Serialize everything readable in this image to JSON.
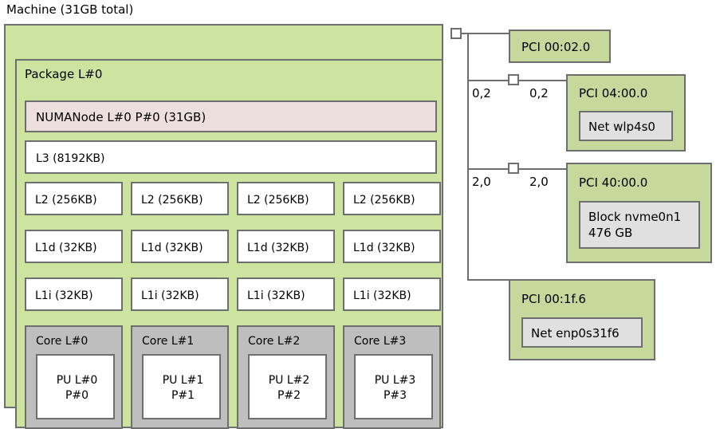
{
  "machine": {
    "title": "Machine (31GB total)",
    "package": {
      "title": "Package L#0",
      "numanode": "NUMANode L#0 P#0 (31GB)",
      "l3": "L3 (8192KB)",
      "l2": [
        "L2 (256KB)",
        "L2 (256KB)",
        "L2 (256KB)",
        "L2 (256KB)"
      ],
      "l1d": [
        "L1d (32KB)",
        "L1d (32KB)",
        "L1d (32KB)",
        "L1d (32KB)"
      ],
      "l1i": [
        "L1i (32KB)",
        "L1i (32KB)",
        "L1i (32KB)",
        "L1i (32KB)"
      ],
      "cores": [
        {
          "label": "Core L#0",
          "pu_line1": "PU L#0",
          "pu_line2": "P#0"
        },
        {
          "label": "Core L#1",
          "pu_line1": "PU L#1",
          "pu_line2": "P#1"
        },
        {
          "label": "Core L#2",
          "pu_line1": "PU L#2",
          "pu_line2": "P#2"
        },
        {
          "label": "Core L#3",
          "pu_line1": "PU L#3",
          "pu_line2": "P#3"
        }
      ]
    }
  },
  "io_tree": {
    "devices": [
      {
        "pci": "PCI 00:02.0",
        "osdev": null,
        "osdev_line2": null,
        "edge_left": null,
        "edge_right": null,
        "has_bridge_square": false
      },
      {
        "pci": "PCI 04:00.0",
        "osdev": "Net wlp4s0",
        "osdev_line2": null,
        "edge_left": "0,2",
        "edge_right": "0,2",
        "has_bridge_square": true
      },
      {
        "pci": "PCI 40:00.0",
        "osdev": "Block nvme0n1",
        "osdev_line2": "476 GB",
        "edge_left": "2,0",
        "edge_right": "2,0",
        "has_bridge_square": true
      },
      {
        "pci": "PCI 00:1f.6",
        "osdev": "Net enp0s31f6",
        "osdev_line2": null,
        "edge_left": null,
        "edge_right": null,
        "has_bridge_square": false
      }
    ]
  },
  "colors": {
    "machine_green": "#cde3a0",
    "pci_green": "#c6d89b",
    "numa_pink": "#eedfdf",
    "core_gray": "#bebebe",
    "osdev_gray": "#e0e0e0",
    "border_gray": "#6e6e6e",
    "white": "#ffffff"
  }
}
